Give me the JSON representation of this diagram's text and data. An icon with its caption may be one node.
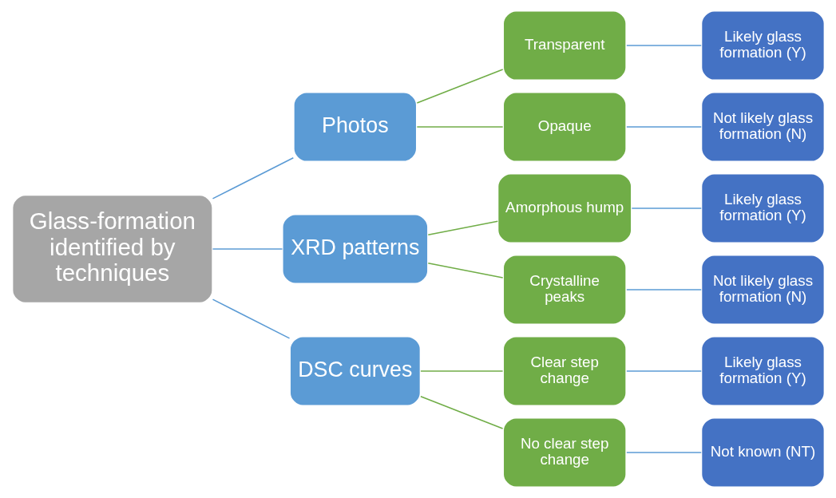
{
  "diagram": {
    "nodes": [
      {
        "text": [
          "Glass-formation identified by techniques"
        ]
      },
      {
        "text": [
          "Photos"
        ]
      },
      {
        "text": [
          "XRD patterns"
        ]
      },
      {
        "text": [
          "DSC curves"
        ]
      },
      {
        "text": [
          "Transparent"
        ]
      },
      {
        "text": [
          "Opaque"
        ]
      },
      {
        "text": [
          "Amorphous hump"
        ]
      },
      {
        "text": [
          "Crystalline peaks"
        ]
      },
      {
        "text": [
          "Clear step change"
        ]
      },
      {
        "text": [
          "No clear step change"
        ]
      },
      {
        "text": [
          "Likely glass formation (Y)"
        ]
      },
      {
        "text": [
          "Not likely glass formation (N)"
        ]
      },
      {
        "text": [
          "Likely glass formation (Y)"
        ]
      },
      {
        "text": [
          "Not likely glass formation (N)"
        ]
      },
      {
        "text": [
          "Likely glass formation (Y)"
        ]
      },
      {
        "text": [
          "Not known (NT)"
        ]
      }
    ],
    "edges": [
      {
        "from": 0,
        "to": 1,
        "arrow": "none"
      },
      {
        "from": 0,
        "to": 2,
        "arrow": "none"
      },
      {
        "from": 0,
        "to": 3,
        "arrow": "none"
      },
      {
        "from": 1,
        "to": 4,
        "arrow": "none",
        "color": "#70ad47"
      },
      {
        "from": 1,
        "to": 5,
        "arrow": "none",
        "color": "#70ad47"
      },
      {
        "from": 2,
        "to": 6,
        "arrow": "none",
        "color": "#70ad47"
      },
      {
        "from": 2,
        "to": 7,
        "arrow": "none",
        "color": "#70ad47"
      },
      {
        "from": 3,
        "to": 8,
        "arrow": "none",
        "color": "#70ad47"
      },
      {
        "from": 3,
        "to": 9,
        "arrow": "none",
        "color": "#70ad47"
      },
      {
        "from": 4,
        "to": 10,
        "arrow": "none"
      },
      {
        "from": 5,
        "to": 11,
        "arrow": "none"
      },
      {
        "from": 6,
        "to": 12,
        "arrow": "none"
      },
      {
        "from": 7,
        "to": 13,
        "arrow": "none"
      },
      {
        "from": 8,
        "to": 14,
        "arrow": "none"
      },
      {
        "from": 9,
        "to": 15,
        "arrow": "none"
      }
    ]
  }
}
